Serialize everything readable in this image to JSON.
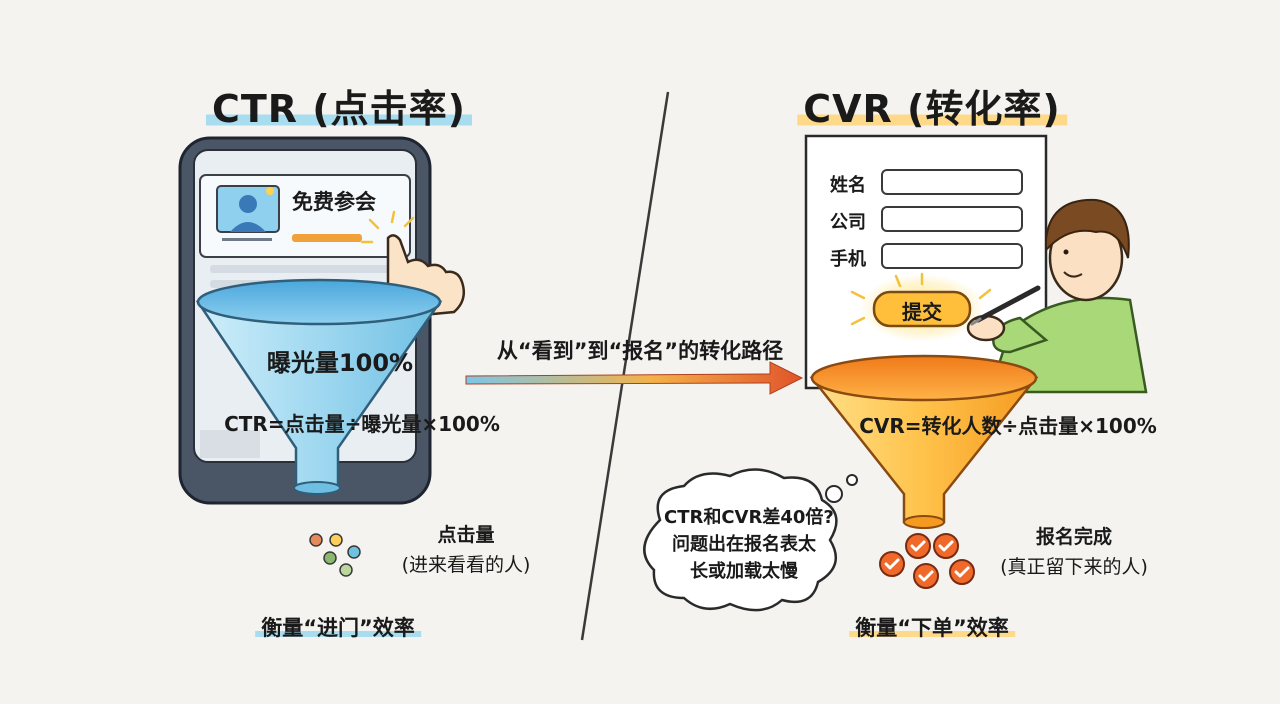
{
  "left": {
    "title": "CTR (点击率)",
    "ad_title": "免费参会",
    "funnel_label": "曝光量100%",
    "formula": "CTR=点击量÷曝光量×100%",
    "output_title": "点击量",
    "output_desc": "(进来看看的人)",
    "footer": "衡量“进门”效率"
  },
  "center": {
    "path_label": "从“看到”到“报名”的转化路径"
  },
  "right": {
    "title": "CVR (转化率)",
    "form_fields": [
      "姓名",
      "公司",
      "手机"
    ],
    "submit_label": "提交",
    "formula": "CVR=转化人数÷点击量×100%",
    "thought_line1": "CTR和CVR差40倍?",
    "thought_line2": "问题出在报名表太",
    "thought_line3": "长或加载太慢",
    "output_title": "报名完成",
    "output_desc": "(真正留下来的人)",
    "footer": "衡量“下单”效率"
  },
  "colors": {
    "blue_accent": "#5fb8e0",
    "orange_accent": "#f39a2a",
    "arrow_red": "#e0542a",
    "check_orange": "#ef6a2a"
  }
}
